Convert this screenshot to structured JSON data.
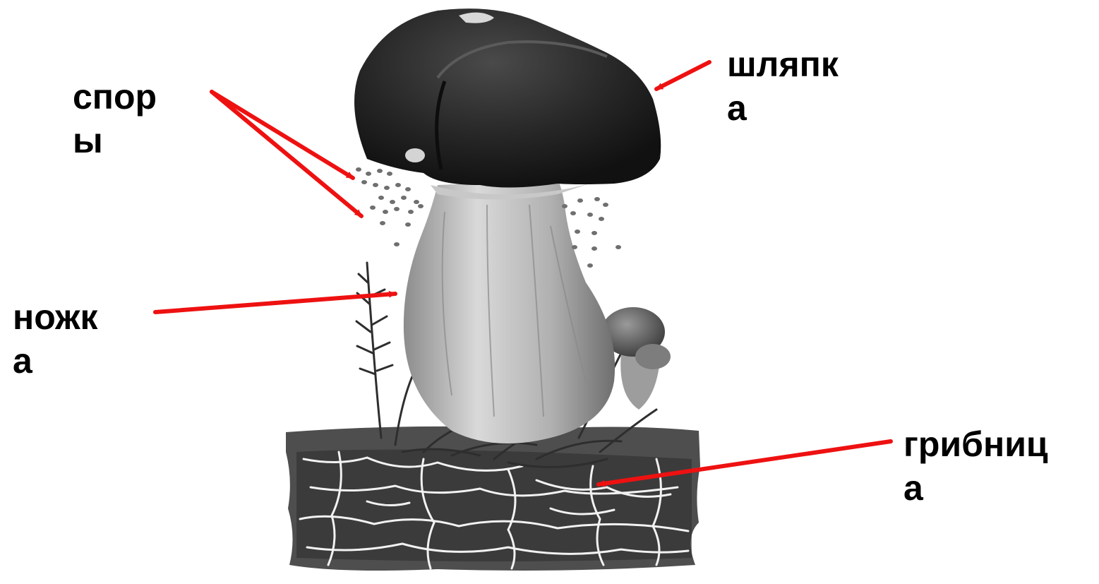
{
  "colors": {
    "arrow": "#ee1111",
    "cap_dark": "#1a1a1a",
    "cap_mid": "#3b3b3b",
    "stem_light": "#d6d6d6",
    "stem_dark": "#7a7a7a",
    "soil": "#5a5a5a",
    "soil_dark": "#262626",
    "mycelium": "#f3f3f3",
    "spore": "#6f6f6f",
    "grass": "#2e2e2e"
  },
  "labels": {
    "spores": {
      "line1": "спор",
      "line2": "ы"
    },
    "cap": {
      "line1": "шляпк",
      "line2": "а"
    },
    "stem": {
      "line1": "ножк",
      "line2": "а"
    },
    "mycelium": {
      "line1": "грибниц",
      "line2": "а"
    }
  }
}
